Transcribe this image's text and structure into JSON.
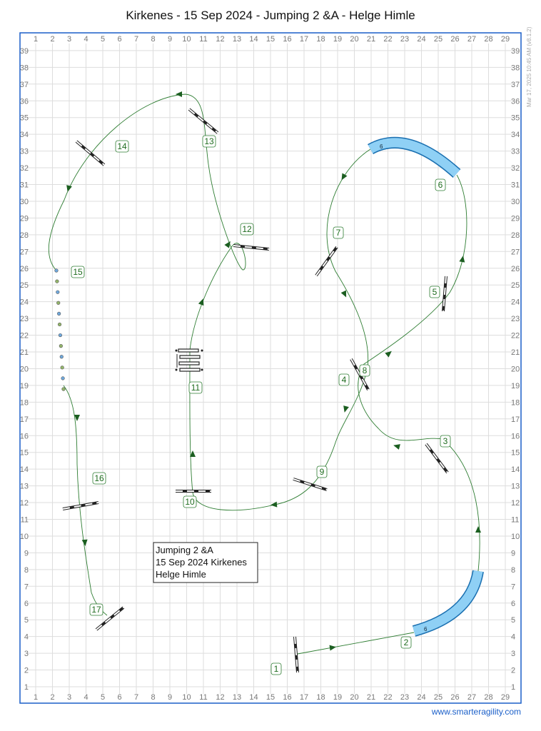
{
  "title": "Kirkenes - 15 Sep 2024 - Jumping 2 &A - Helge Himle",
  "footer": "www.smarteragility.com",
  "timestamp": "Mar 17, 2025 10:45 AM  (v8.1.2)",
  "grid": {
    "columns": 29,
    "rows": 39
  },
  "info_box": {
    "lines": [
      "Jumping 2 &A",
      "15 Sep 2024 Kirkenes",
      "Helge Himle"
    ]
  },
  "obstacle_numbers": [
    "1",
    "2",
    "3",
    "4",
    "5",
    "6",
    "7",
    "8",
    "9",
    "10",
    "11",
    "12",
    "13",
    "14",
    "15",
    "16",
    "17"
  ],
  "tunnel_label": "6",
  "colors": {
    "border": "#1a5fc9",
    "path": "#2e7d32",
    "tunnel": "#8fd0f5",
    "tunnel_edge": "#1a6fb0",
    "pole_blue": "#6fa8dc",
    "pole_green": "#93b56a"
  }
}
